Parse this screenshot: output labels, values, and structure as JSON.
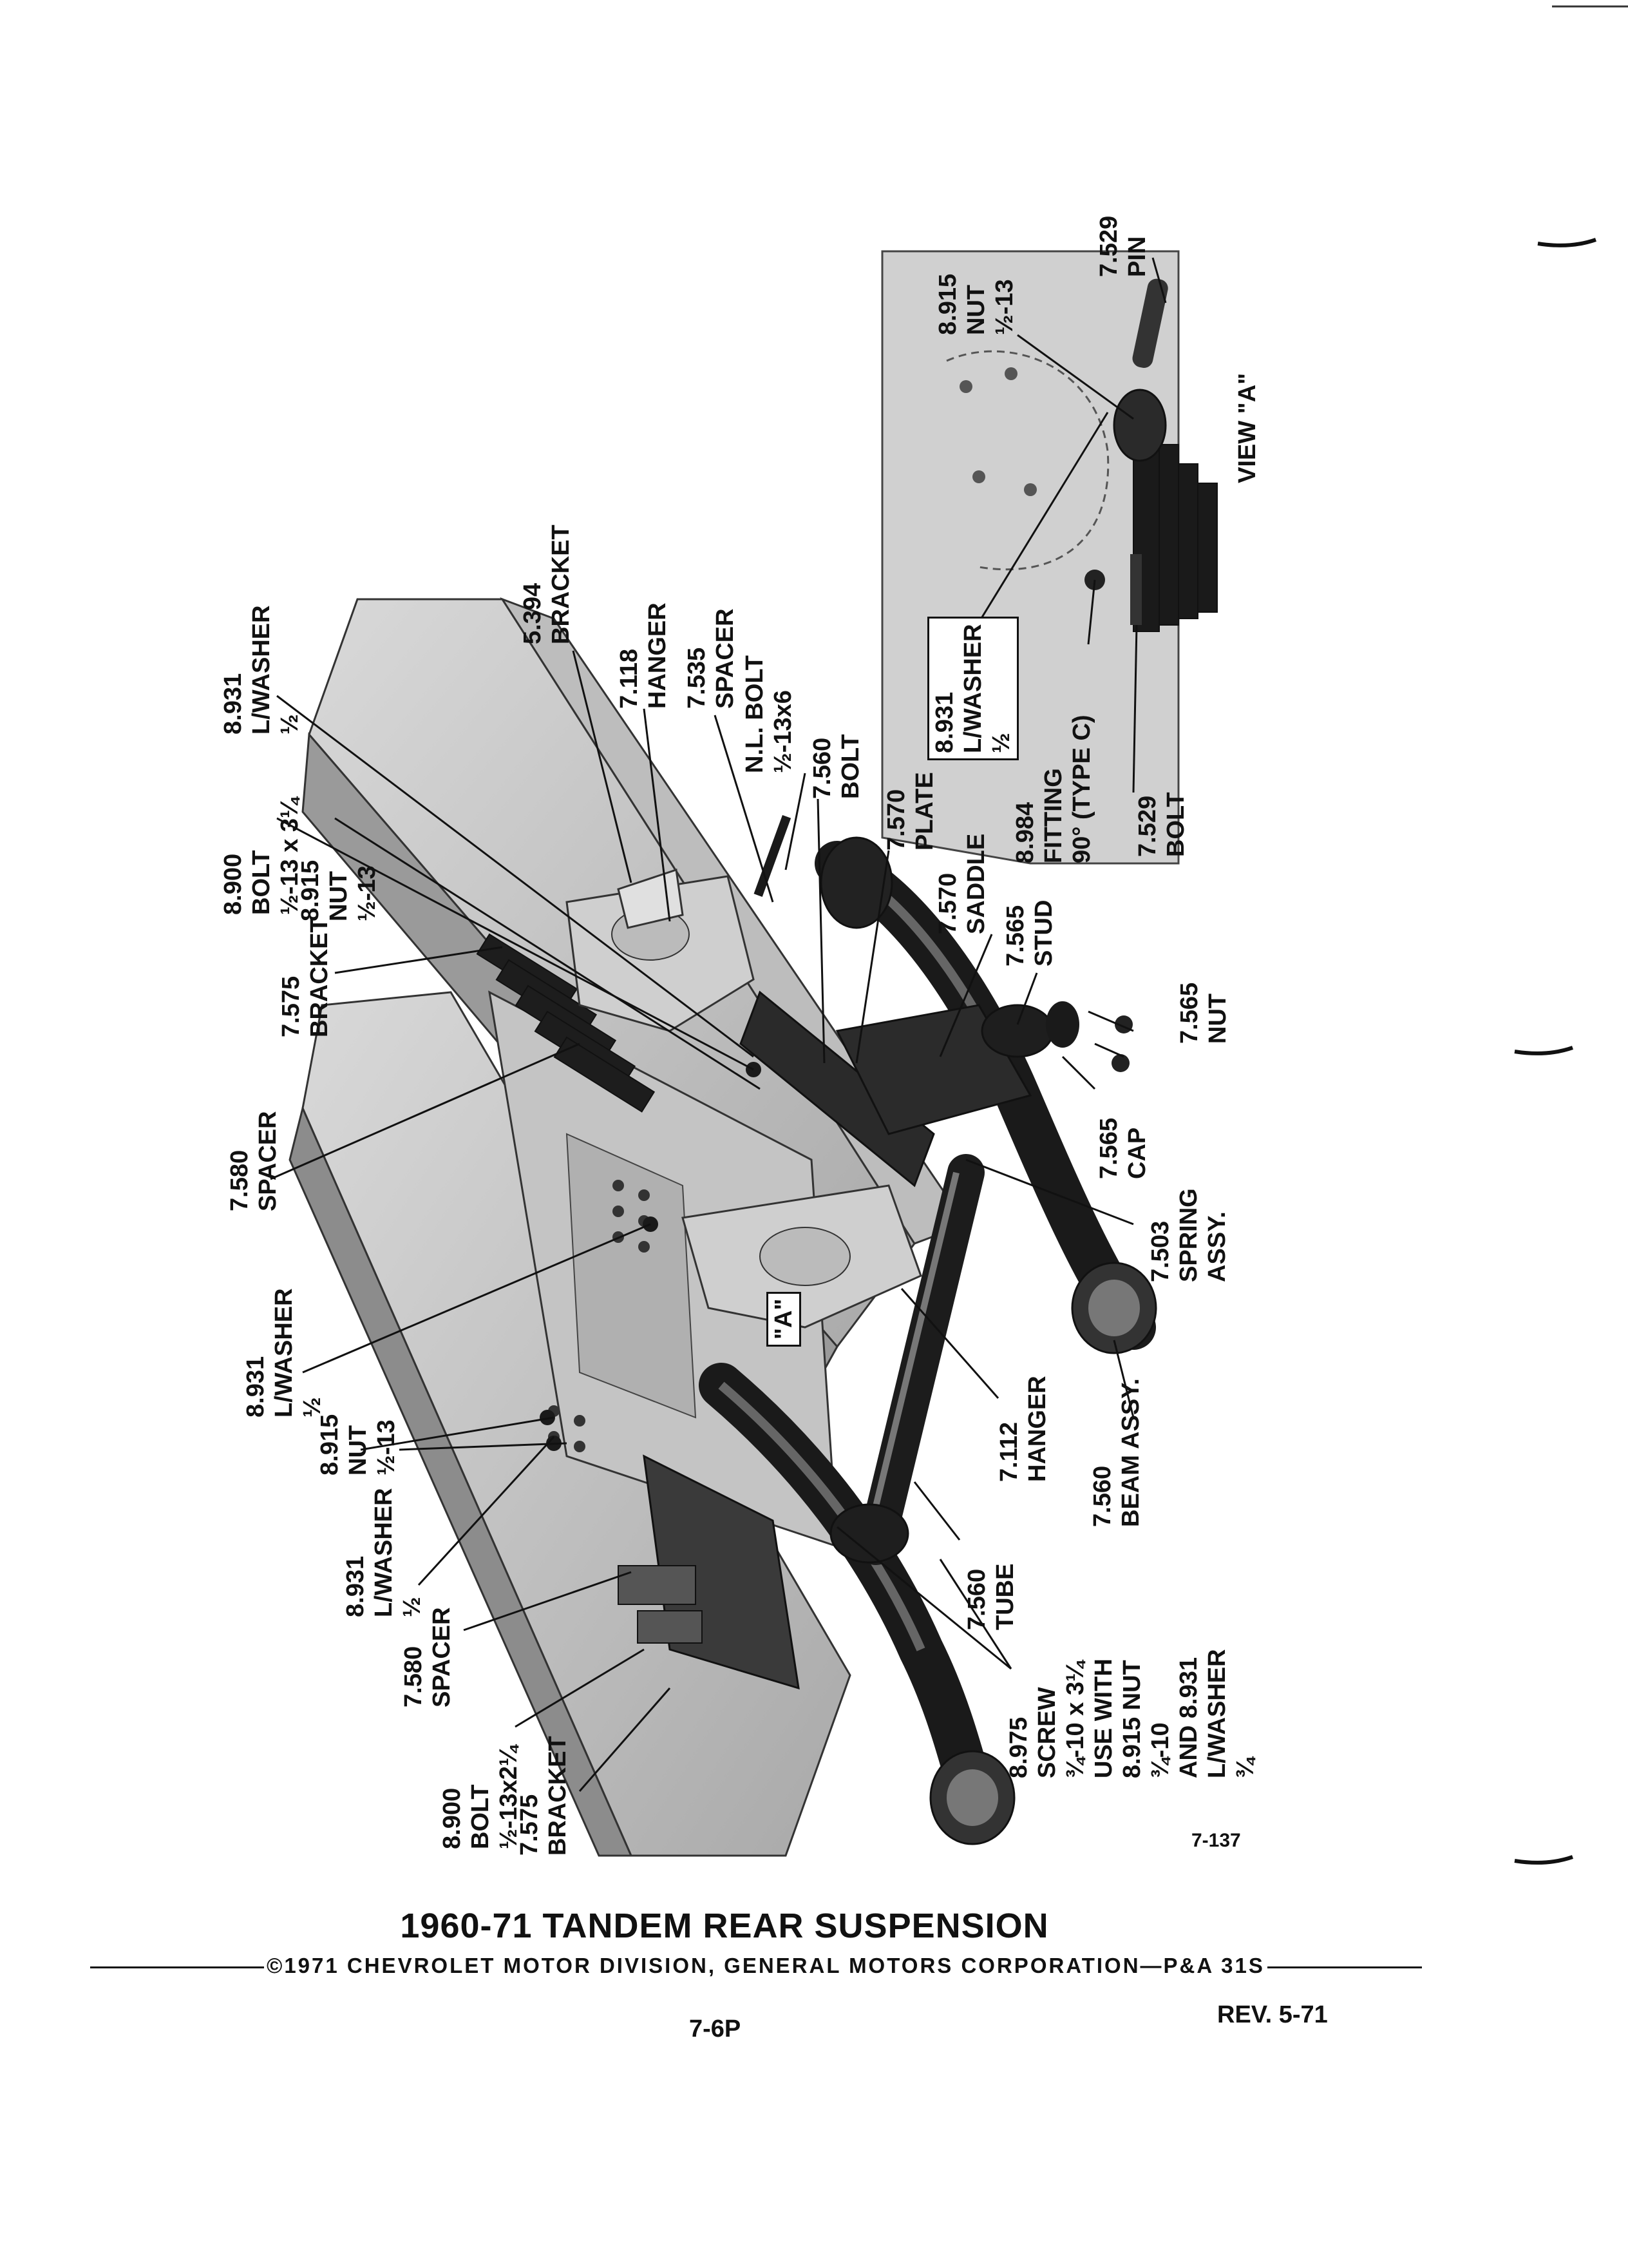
{
  "title": "1960-71 TANDEM REAR SUSPENSION",
  "copyright": "©1971 CHEVROLET MOTOR DIVISION, GENERAL MOTORS CORPORATION—P&A 31S",
  "page_number": "7-6P",
  "revision": "REV. 5-71",
  "figure_number": "7-137",
  "view_label": "VIEW \"A\"",
  "view_marker": "\"A\"",
  "callouts": {
    "lwasher_931_top": [
      "8.931",
      "L/WASHER",
      "½"
    ],
    "bolt_900_top": [
      "8.900",
      "BOLT",
      "½-13 x 3¼"
    ],
    "nut_915_top": [
      "8.915",
      "NUT",
      "½-13"
    ],
    "bracket_575_top": [
      "7.575",
      "BRACKET"
    ],
    "spacer_580_top": [
      "7.580",
      "SPACER"
    ],
    "lwasher_931_mid": [
      "8.931",
      "L/WASHER",
      "½"
    ],
    "nut_915_mid": [
      "8.915",
      "NUT",
      "½-13"
    ],
    "lwasher_931_low": [
      "8.931",
      "L/WASHER",
      "½"
    ],
    "spacer_580_low": [
      "7.580",
      "SPACER"
    ],
    "bolt_900_low": [
      "8.900",
      "BOLT",
      "½-13x2¼"
    ],
    "bracket_575_low": [
      "7.575",
      "BRACKET"
    ],
    "bracket_394": [
      "5.394",
      "BRACKET"
    ],
    "hanger_118": [
      "7.118",
      "HANGER"
    ],
    "spacer_535": [
      "7.535",
      "SPACER"
    ],
    "nl_bolt": [
      "N.L. BOLT",
      "½-13x6"
    ],
    "bolt_560": [
      "7.560",
      "BOLT"
    ],
    "plate_570": [
      "7.570",
      "PLATE"
    ],
    "saddle_570": [
      "7.570",
      "SADDLE"
    ],
    "stud_565": [
      "7.565",
      "STUD"
    ],
    "nut_565": [
      "7.565",
      "NUT"
    ],
    "cap_565": [
      "7.565",
      "CAP"
    ],
    "spring_503": [
      "7.503",
      "SPRING",
      "ASSY."
    ],
    "beam_560": [
      "7.560",
      "BEAM ASSY."
    ],
    "hanger_112": [
      "7.112",
      "HANGER"
    ],
    "tube_560": [
      "7.560",
      "TUBE"
    ],
    "screw_975": [
      "8.975",
      "SCREW",
      "¾-10 x 3¼",
      "USE WITH",
      "8.915 NUT",
      "¾-10",
      "AND 8.931",
      "L/WASHER",
      "¾"
    ],
    "lwasher_931_view": [
      "8.931",
      "L/WASHER",
      "½"
    ],
    "fitting_984": [
      "8.984",
      "FITTING",
      "90° (TYPE C)"
    ],
    "bolt_529": [
      "7.529",
      "BOLT"
    ],
    "nut_915_view": [
      "8.915",
      "NUT",
      "½-13"
    ],
    "pin_529": [
      "7.529",
      "PIN"
    ]
  }
}
